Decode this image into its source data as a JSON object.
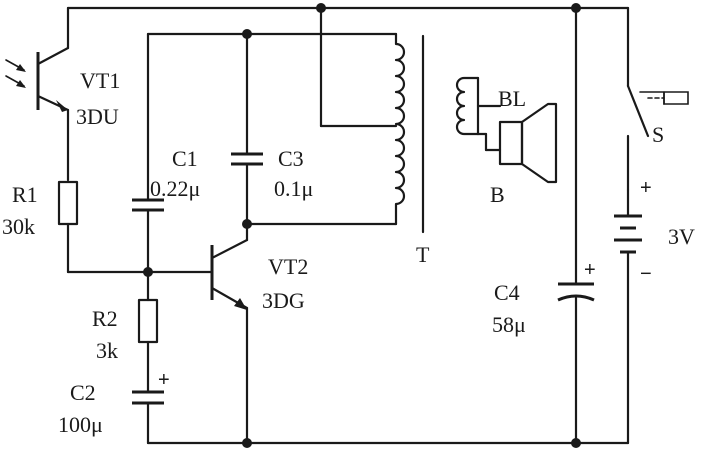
{
  "components": {
    "vt1": {
      "name": "VT1",
      "type": "3DU"
    },
    "vt2": {
      "name": "VT2",
      "type": "3DG"
    },
    "r1": {
      "name": "R1",
      "value": "30k"
    },
    "r2": {
      "name": "R2",
      "value": "3k"
    },
    "c1": {
      "name": "C1",
      "value": "0.22μ"
    },
    "c2": {
      "name": "C2",
      "value": "100μ"
    },
    "c3": {
      "name": "C3",
      "value": "0.1μ"
    },
    "c4": {
      "name": "C4",
      "value": "58μ"
    },
    "speaker": {
      "name": "BL",
      "label": "B"
    },
    "transformer": {
      "name": "T"
    },
    "switch": {
      "name": "S"
    },
    "battery": {
      "value": "3V",
      "plus": "+",
      "minus": "−"
    },
    "polarity": {
      "c2_plus": "+",
      "c4_plus": "+"
    }
  }
}
